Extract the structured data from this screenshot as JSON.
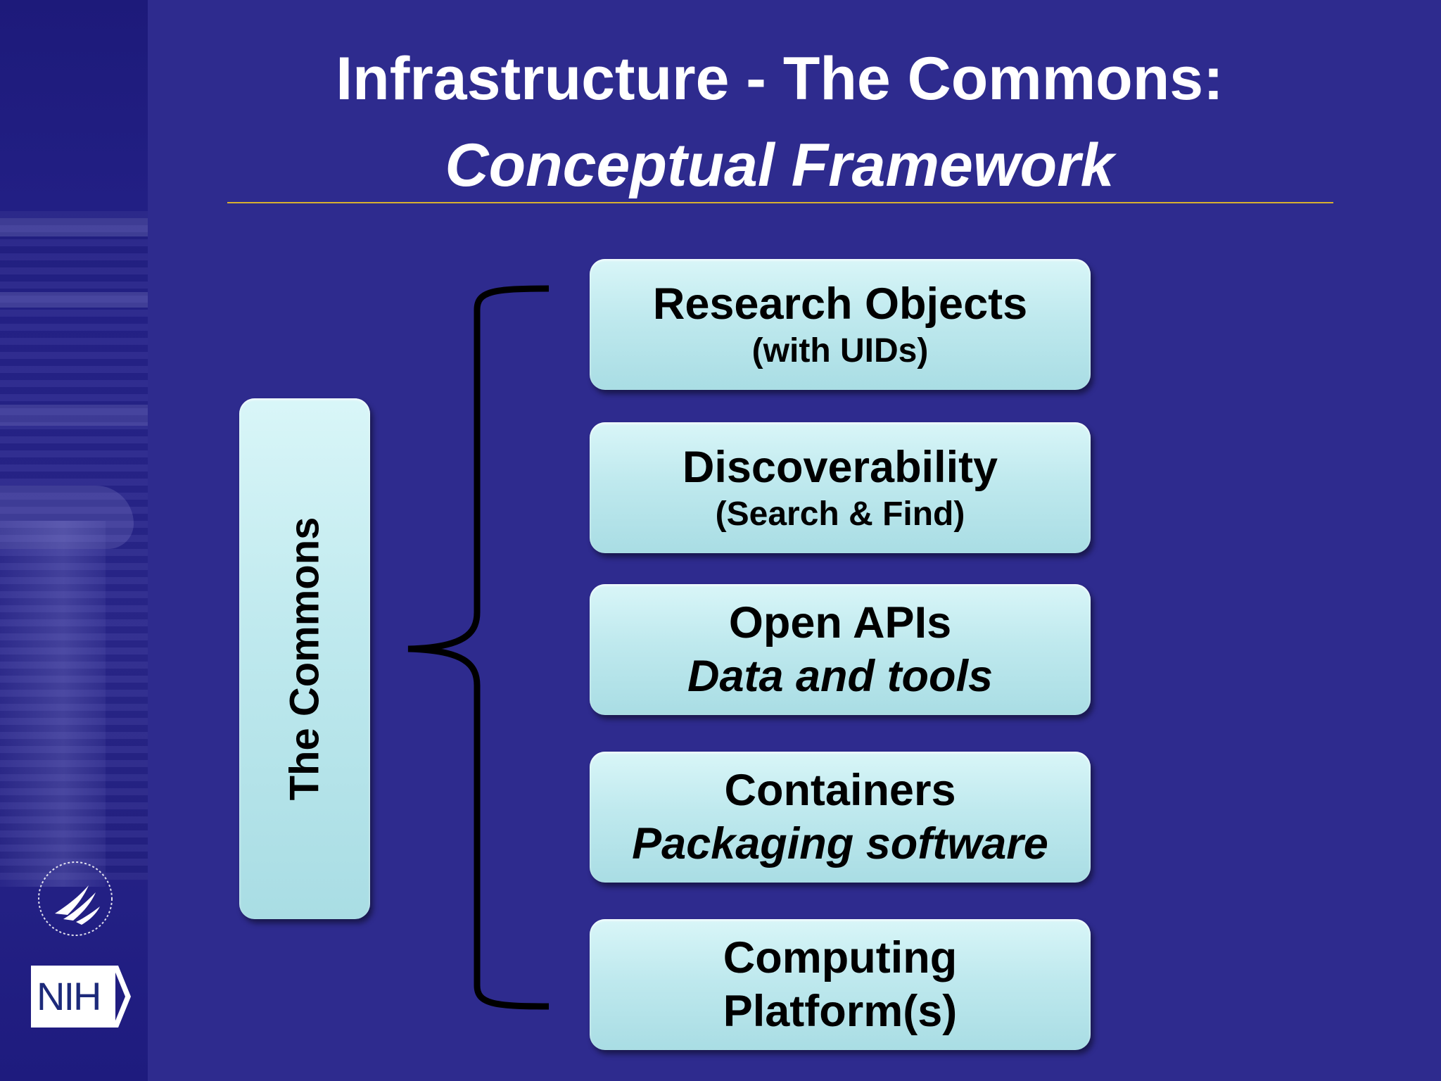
{
  "title": {
    "line1": "Infrastructure - The Commons:",
    "line2": "Conceptual Framework"
  },
  "diagram": {
    "root": "The Commons",
    "items": [
      {
        "main": "Research Objects",
        "sub": "(with UIDs)",
        "sub_style": "normal"
      },
      {
        "main": "Discoverability",
        "sub": "(Search & Find)",
        "sub_style": "normal"
      },
      {
        "main": "Open APIs",
        "sub": "Data and tools",
        "sub_style": "italic"
      },
      {
        "main": "Containers",
        "sub": "Packaging software",
        "sub_style": "italic"
      },
      {
        "main": "Computing",
        "sub": "Platform(s)",
        "sub_style": "large"
      }
    ]
  },
  "logos": {
    "nih": "NIH",
    "hhs": "hhs-eagle-seal"
  },
  "colors": {
    "background": "#2e2b8e",
    "box": "#bfe9ee",
    "rule": "#d8b030",
    "text_title": "#ffffff"
  }
}
